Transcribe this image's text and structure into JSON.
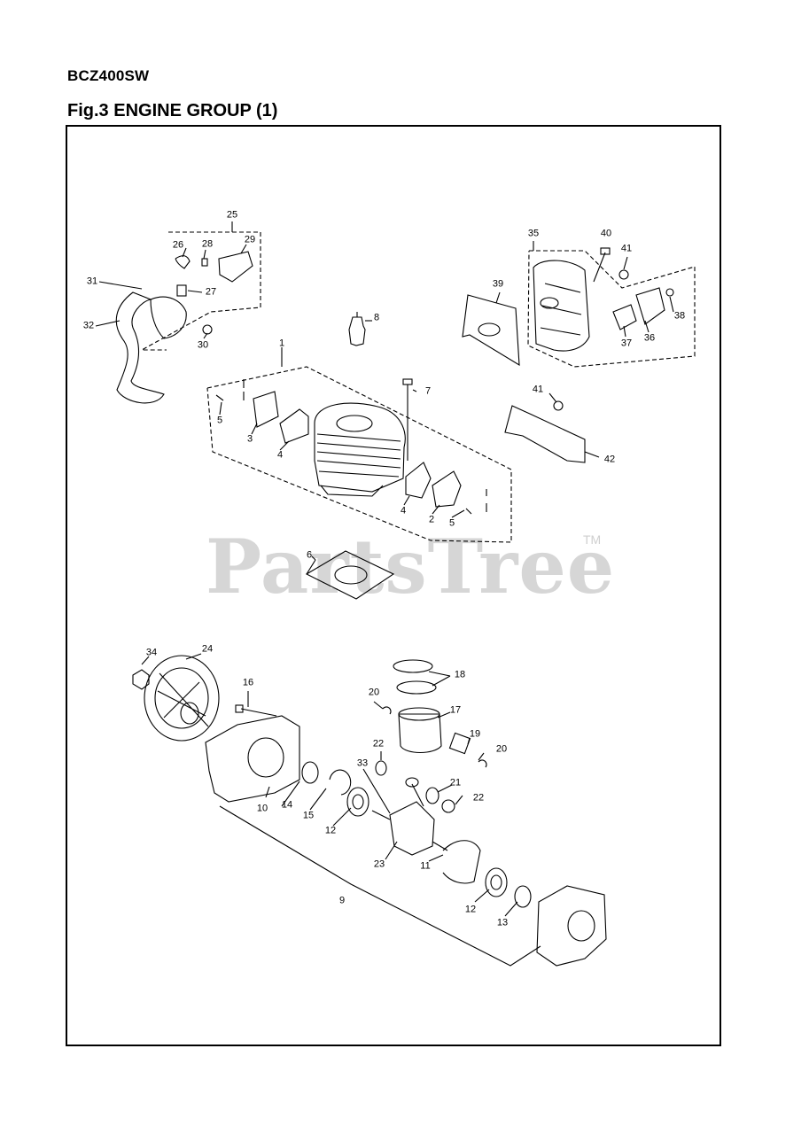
{
  "header": {
    "model": "BCZ400SW",
    "figure_title": "Fig.3  ENGINE GROUP (1)"
  },
  "watermark": {
    "text": "PartsTree",
    "trademark": "TM"
  },
  "callouts": [
    {
      "id": "c1",
      "label": "1"
    },
    {
      "id": "c2",
      "label": "2"
    },
    {
      "id": "c3",
      "label": "3"
    },
    {
      "id": "c4a",
      "label": "4"
    },
    {
      "id": "c4b",
      "label": "4"
    },
    {
      "id": "c5a",
      "label": "5"
    },
    {
      "id": "c5b",
      "label": "5"
    },
    {
      "id": "c6",
      "label": "6"
    },
    {
      "id": "c7",
      "label": "7"
    },
    {
      "id": "c8",
      "label": "8"
    },
    {
      "id": "c9",
      "label": "9"
    },
    {
      "id": "c10",
      "label": "10"
    },
    {
      "id": "c11",
      "label": "11"
    },
    {
      "id": "c12a",
      "label": "12"
    },
    {
      "id": "c12b",
      "label": "12"
    },
    {
      "id": "c13",
      "label": "13"
    },
    {
      "id": "c14",
      "label": "14"
    },
    {
      "id": "c15",
      "label": "15"
    },
    {
      "id": "c16",
      "label": "16"
    },
    {
      "id": "c17",
      "label": "17"
    },
    {
      "id": "c18",
      "label": "18"
    },
    {
      "id": "c19",
      "label": "19"
    },
    {
      "id": "c20a",
      "label": "20"
    },
    {
      "id": "c20b",
      "label": "20"
    },
    {
      "id": "c21",
      "label": "21"
    },
    {
      "id": "c22a",
      "label": "22"
    },
    {
      "id": "c22b",
      "label": "22"
    },
    {
      "id": "c23",
      "label": "23"
    },
    {
      "id": "c24",
      "label": "24"
    },
    {
      "id": "c25",
      "label": "25"
    },
    {
      "id": "c26",
      "label": "26"
    },
    {
      "id": "c27",
      "label": "27"
    },
    {
      "id": "c28",
      "label": "28"
    },
    {
      "id": "c29",
      "label": "29"
    },
    {
      "id": "c30",
      "label": "30"
    },
    {
      "id": "c31",
      "label": "31"
    },
    {
      "id": "c32",
      "label": "32"
    },
    {
      "id": "c33",
      "label": "33"
    },
    {
      "id": "c34",
      "label": "34"
    },
    {
      "id": "c35",
      "label": "35"
    },
    {
      "id": "c36",
      "label": "36"
    },
    {
      "id": "c37",
      "label": "37"
    },
    {
      "id": "c38",
      "label": "38"
    },
    {
      "id": "c39",
      "label": "39"
    },
    {
      "id": "c40",
      "label": "40"
    },
    {
      "id": "c41a",
      "label": "41"
    },
    {
      "id": "c41b",
      "label": "41"
    },
    {
      "id": "c42",
      "label": "42"
    }
  ]
}
